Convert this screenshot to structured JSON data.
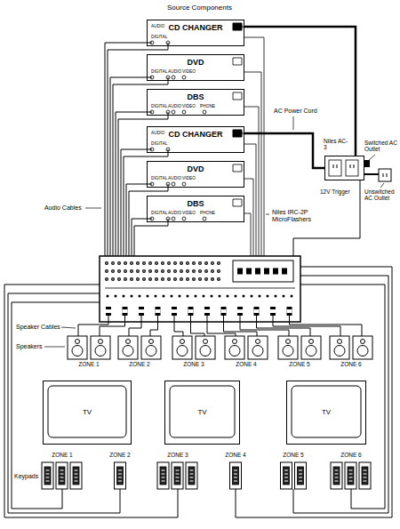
{
  "diagram": {
    "nodes": [
      {
        "text": [
          "CD CHANGER",
          "AUDIO",
          "DIGITAL"
        ]
      },
      {
        "text": [
          "DVD",
          "DIGITAL",
          "AUDIO",
          "VIDEO"
        ]
      },
      {
        "text": [
          "DBS",
          "DIGITAL",
          "AUDIO",
          "VIDEO",
          "PHONE"
        ]
      },
      {
        "text": [
          "CD CHANGER",
          "AUDIO",
          "DIGITAL"
        ]
      },
      {
        "text": [
          "DVD",
          "DIGITAL",
          "AUDIO",
          "VIDEO"
        ]
      },
      {
        "text": [
          "DBS",
          "DIGITAL",
          "AUDIO",
          "VIDEO",
          "PHONE"
        ]
      },
      {
        "text": [
          "Niles AC-3"
        ]
      },
      {
        "text": [
          "ZONE 1"
        ]
      },
      {
        "text": [
          "ZONE 2"
        ]
      },
      {
        "text": [
          "ZONE 3"
        ]
      },
      {
        "text": [
          "ZONE 4"
        ]
      },
      {
        "text": [
          "ZONE 5"
        ]
      },
      {
        "text": [
          "ZONE 6"
        ]
      },
      {
        "text": [
          "TV"
        ]
      },
      {
        "text": [
          "TV"
        ]
      },
      {
        "text": [
          "TV"
        ]
      },
      {
        "text": [
          "ZONE 1"
        ]
      },
      {
        "text": [
          "ZONE 2"
        ]
      },
      {
        "text": [
          "ZONE 3"
        ]
      },
      {
        "text": [
          "ZONE 4"
        ]
      },
      {
        "text": [
          "ZONE 5"
        ]
      },
      {
        "text": [
          "ZONE 6"
        ]
      }
    ],
    "edges": [
      {
        "from": 0,
        "to": 6,
        "arrow": "none"
      },
      {
        "from": 3,
        "to": 6,
        "arrow": "none"
      }
    ],
    "labels": [
      "Source Components",
      "AC Power Cord",
      "Niles IRC-2P MicroFlashers",
      "Switched AC Outlet",
      "Unswitched AC Outlet",
      "12V Trigger",
      "Audio Cables",
      "Speaker Cables",
      "Speakers",
      "Keypads"
    ]
  }
}
